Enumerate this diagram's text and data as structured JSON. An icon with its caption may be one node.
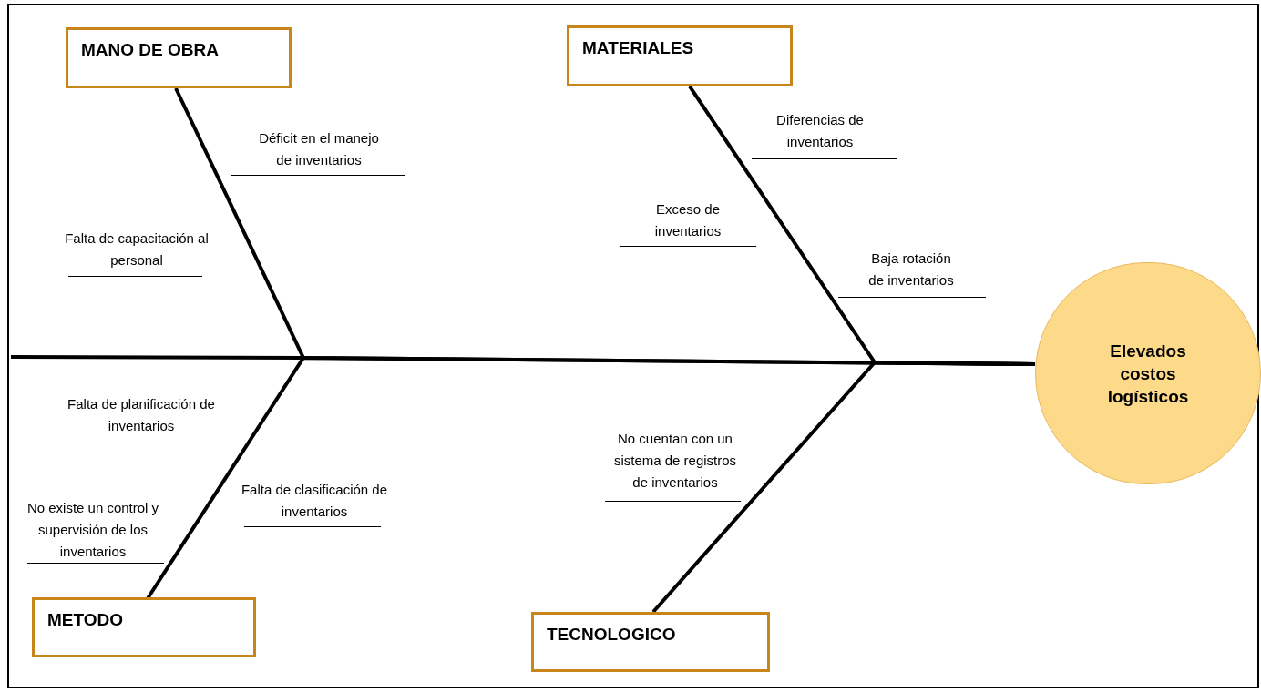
{
  "diagram": {
    "nodes": [
      {
        "text": [
          "MANO DE OBRA"
        ]
      },
      {
        "text": [
          "MATERIALES"
        ]
      },
      {
        "text": [
          "METODO"
        ]
      },
      {
        "text": [
          "TECNOLOGICO"
        ]
      },
      {
        "text": [
          "Elevados costos logísticos"
        ]
      }
    ],
    "edges": [
      {
        "from": 0,
        "to": 4,
        "arrow": "none"
      },
      {
        "from": 1,
        "to": 4,
        "arrow": "none"
      },
      {
        "from": 2,
        "to": 4,
        "arrow": "none"
      },
      {
        "from": 3,
        "to": 4,
        "arrow": "none"
      }
    ],
    "labels": [
      "Déficit en el manejo de inventarios",
      "Diferencias de inventarios",
      "Falta de capacitación al personal",
      "Exceso de inventarios",
      "Baja rotación de inventarios",
      "Falta de planificación de inventarios",
      "Falta de clasificación de inventarios",
      "No cuentan con un sistema de registros de inventarios",
      "No existe un control y supervisión de los inventarios"
    ]
  }
}
